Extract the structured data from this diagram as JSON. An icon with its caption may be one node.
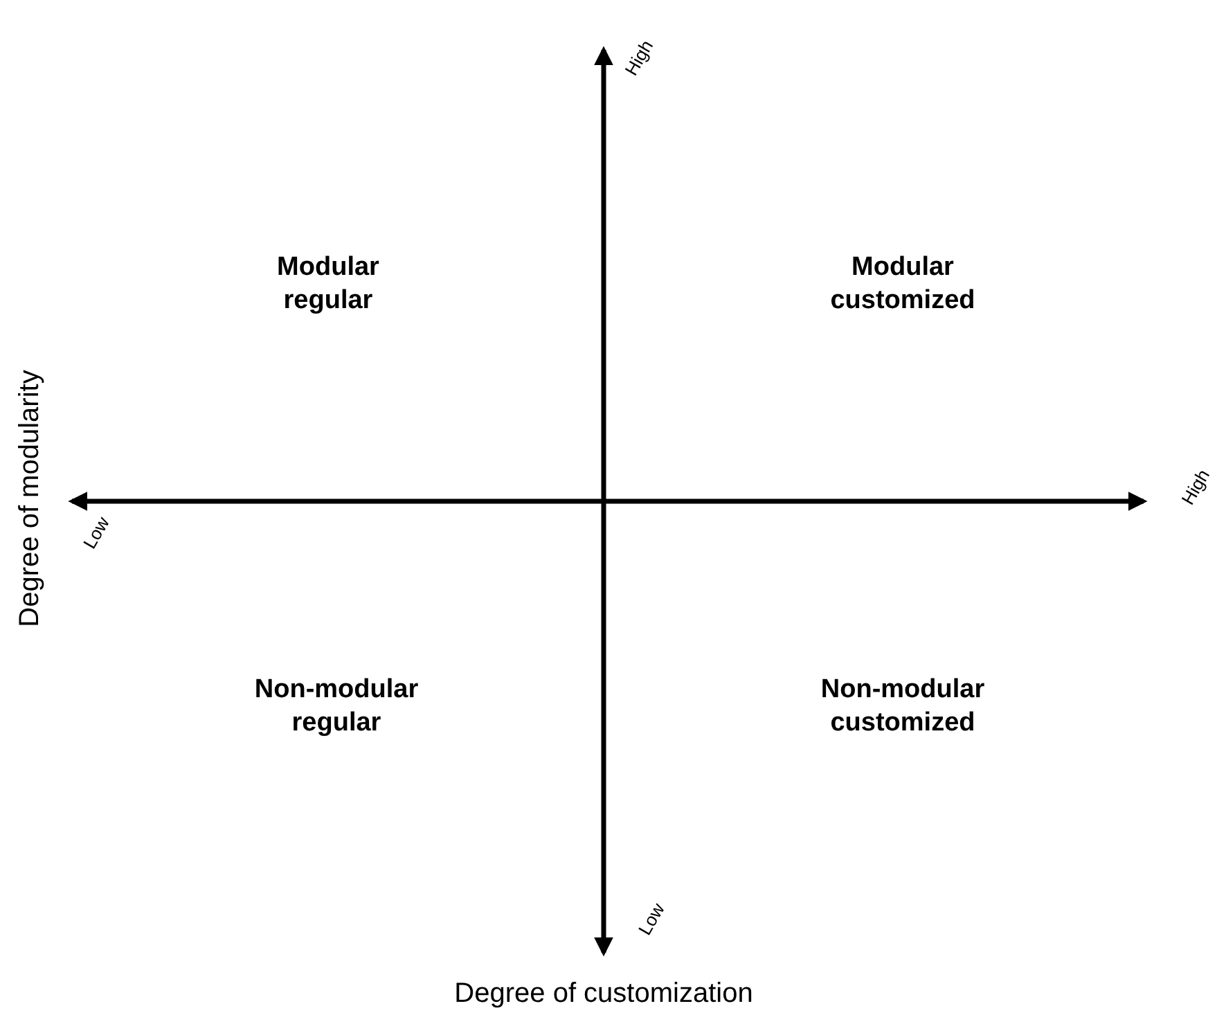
{
  "diagram": {
    "labels": [
      "High",
      "Modular regular",
      "Modular customized",
      "Degree of modularity",
      "Low",
      "High",
      "Non-modular regular",
      "Non-modular customized",
      "Low",
      "Degree of customization"
    ]
  }
}
